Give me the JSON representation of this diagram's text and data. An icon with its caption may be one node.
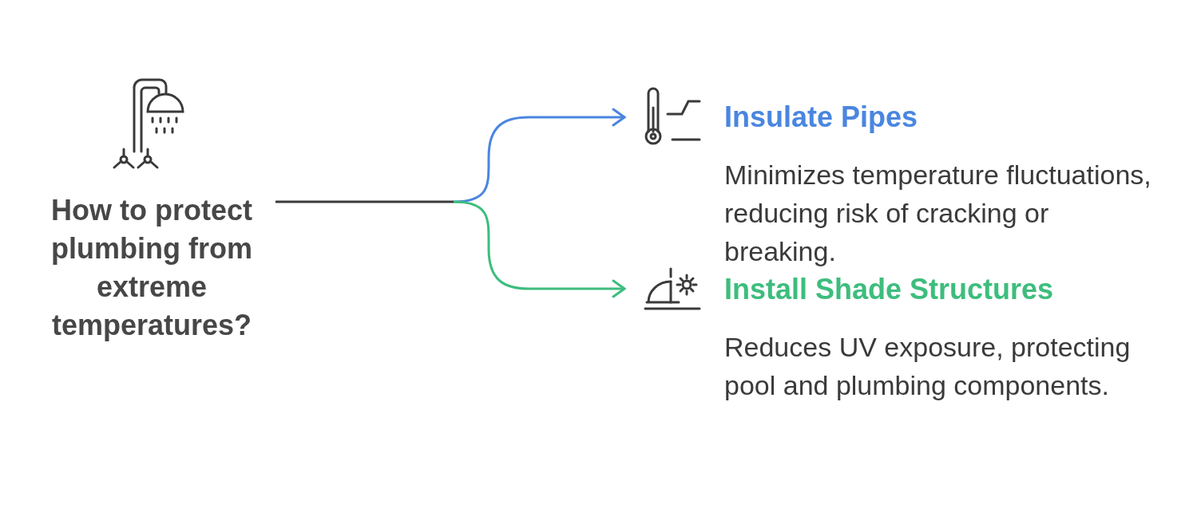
{
  "diagram": {
    "nodes": [
      {
        "text": [
          "How to protect plumbing from extreme temperatures?"
        ]
      },
      {
        "text": [
          "Insulate Pipes",
          "Minimizes temperature fluctuations, reducing risk of cracking or breaking."
        ]
      },
      {
        "text": [
          "Install Shade Structures",
          "Reduces UV exposure, protecting pool and plumbing components."
        ]
      }
    ],
    "edges": [
      {
        "from": 0,
        "to": 1,
        "arrow": "to",
        "color": "#4a86e0"
      },
      {
        "from": 0,
        "to": 2,
        "arrow": "to",
        "color": "#3dbd7d"
      }
    ]
  }
}
